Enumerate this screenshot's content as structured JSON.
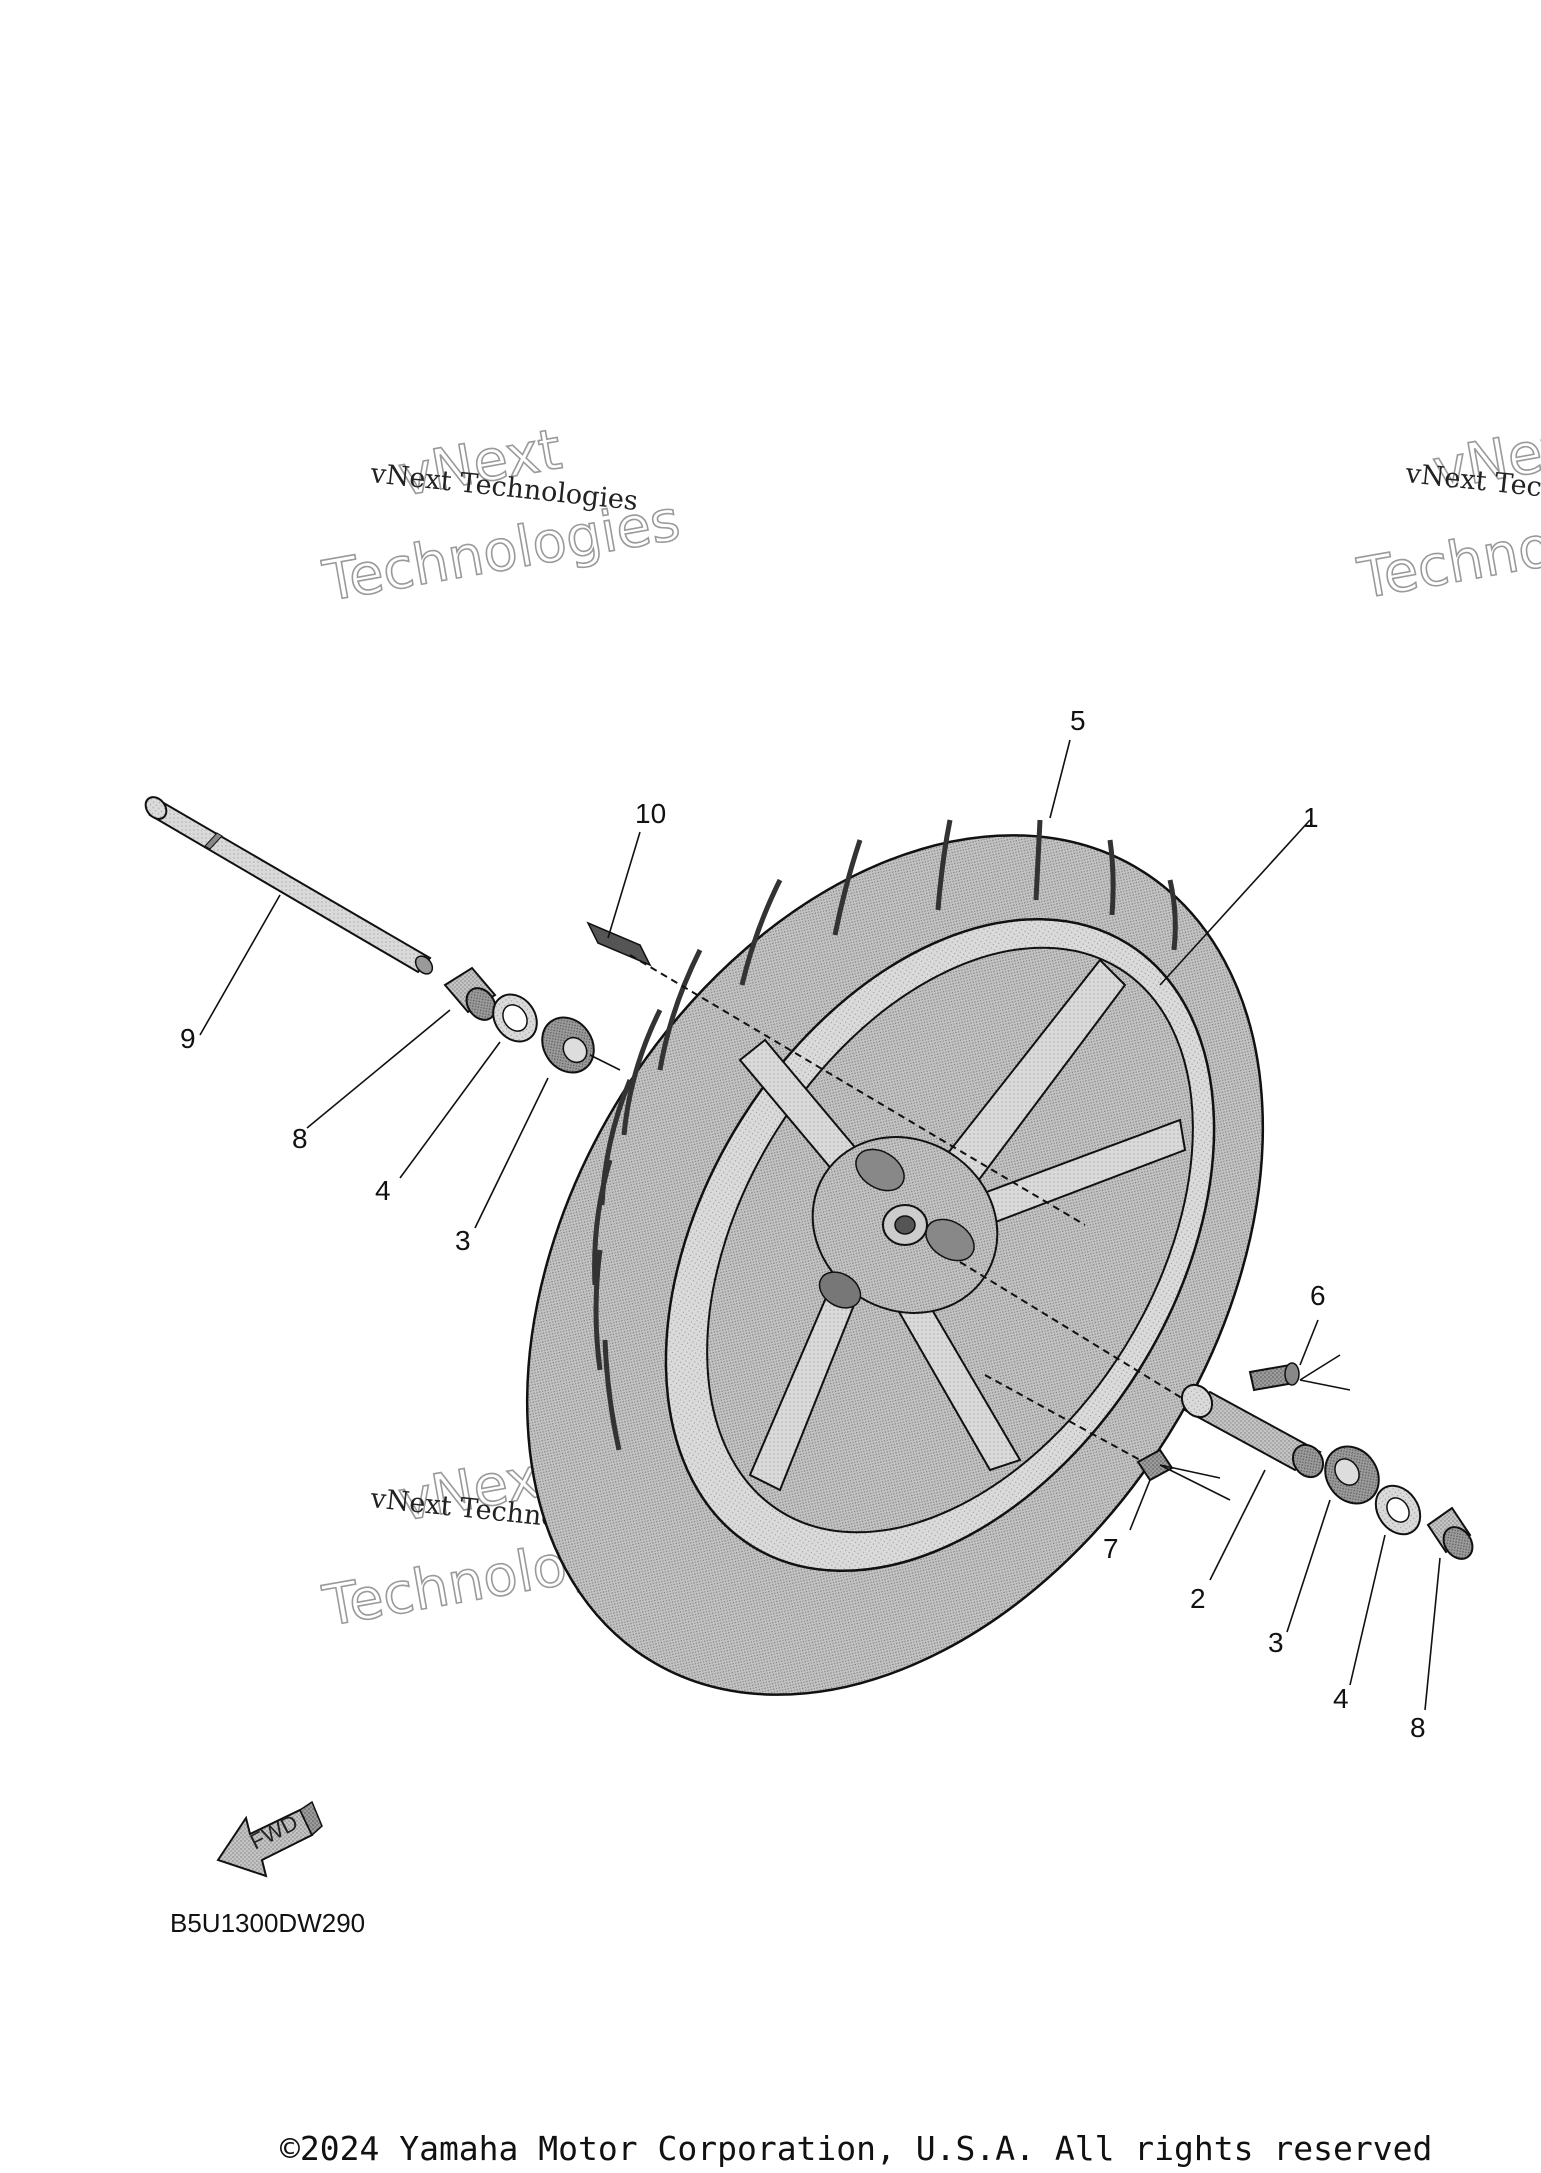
{
  "diagram_code": "B5U1300DW290",
  "copyright": "©2024 Yamaha Motor Corporation, U.S.A. All rights reserved",
  "fwd_label": "FWD",
  "watermark": {
    "line_small": "vNext Technologies",
    "line_big_1": "vNext",
    "line_big_2": "Technologies"
  },
  "callouts": {
    "c1": "1",
    "c2": "2",
    "c3a": "3",
    "c3b": "3",
    "c4a": "4",
    "c4b": "4",
    "c5": "5",
    "c6": "6",
    "c7": "7",
    "c8a": "8",
    "c8b": "8",
    "c9": "9",
    "c10": "10"
  },
  "colors": {
    "background": "#ffffff",
    "ink": "#111111",
    "tire": "#b8b8b8",
    "tire_dark": "#8a8a8a",
    "rim": "#cfcfcf",
    "part": "#a9a9a9",
    "watermark_outline": "#9a9a9a"
  }
}
